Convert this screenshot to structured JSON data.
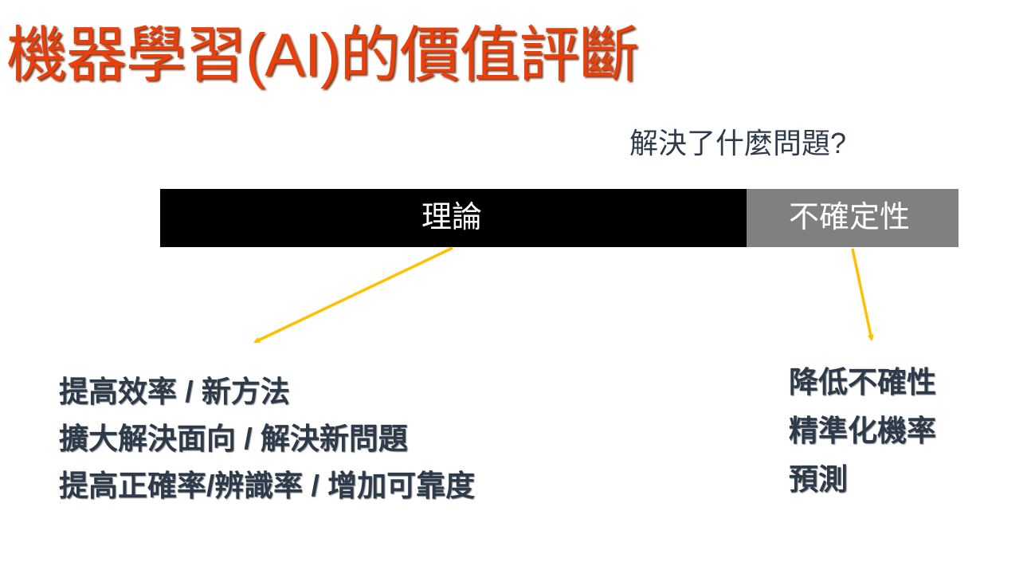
{
  "title": "機器學習(AI)的價值評斷",
  "question": "解決了什麼問題?",
  "bar": {
    "theory_label": "理論",
    "uncertainty_label": "不確定性"
  },
  "left_list": [
    "提高效率 / 新方法",
    "擴大解決面向 / 解決新問題",
    "提高正確率/辨識率 / 增加可靠度"
  ],
  "right_list": [
    "降低不確性",
    "精準化機率",
    "預測"
  ],
  "colors": {
    "title": "#e8400c",
    "arrow": "#ffc000",
    "theory_bar": "#000000",
    "uncertainty_bar": "#808080",
    "text": "#2d3a4a"
  }
}
